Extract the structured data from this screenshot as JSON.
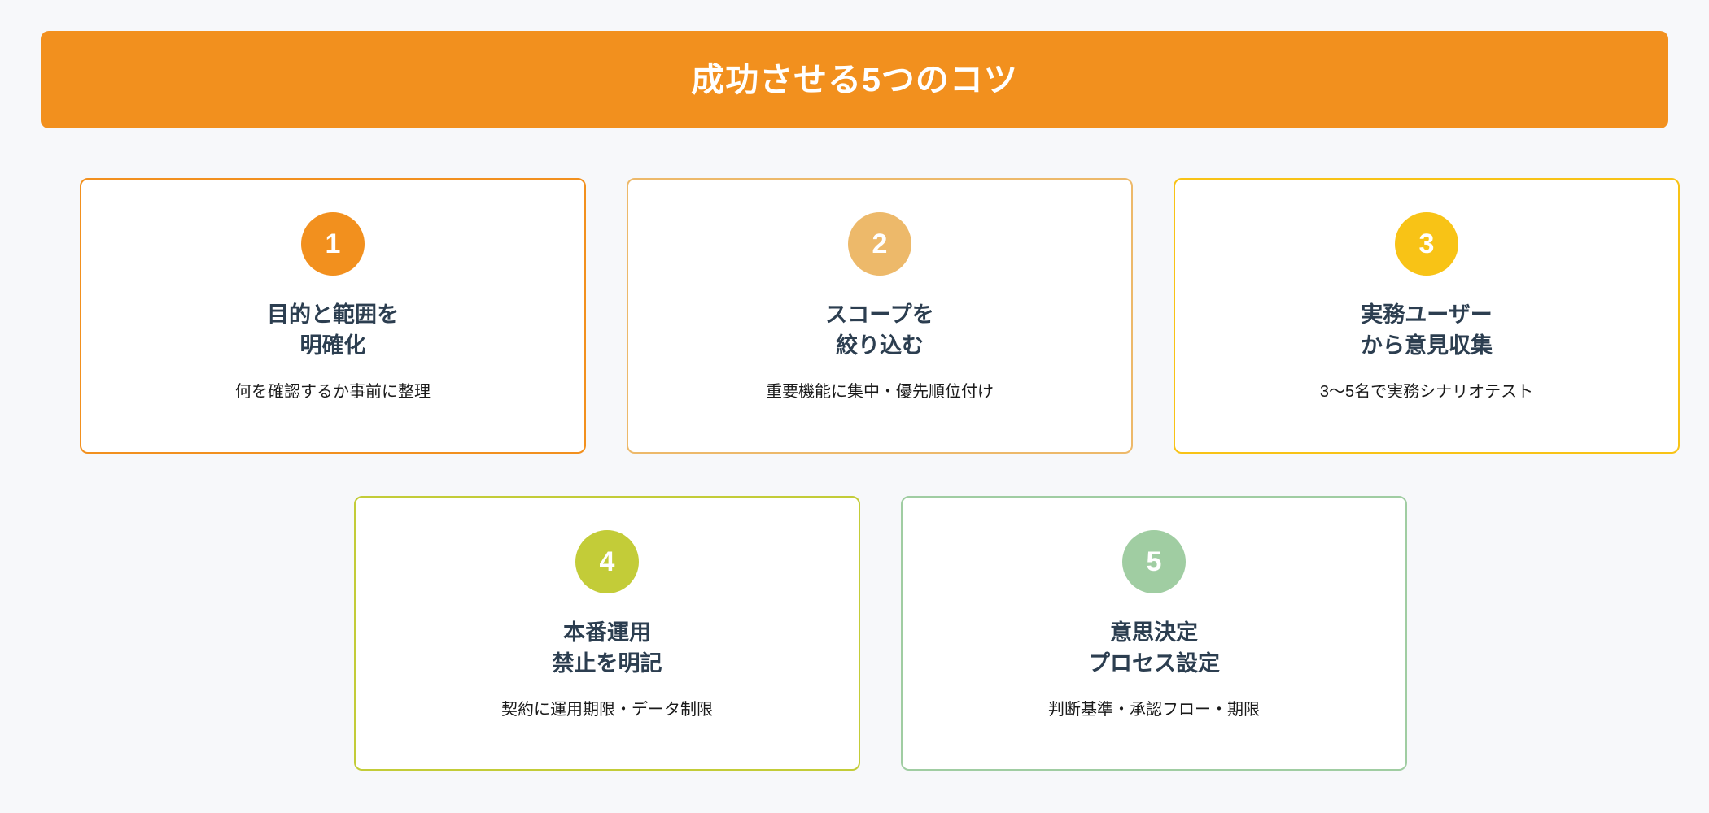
{
  "header": {
    "title": "成功させる5つのコツ",
    "background_color": "#F2901E",
    "text_color": "#FFFFFF"
  },
  "page": {
    "background_color": "#F7F8FA",
    "title_color": "#2C3E50",
    "desc_color": "#1A1A1A"
  },
  "cards": [
    {
      "number": "1",
      "title": "目的と範囲を\n明確化",
      "description": "何を確認するか事前に整理",
      "accent_color": "#F2901E"
    },
    {
      "number": "2",
      "title": "スコープを\n絞り込む",
      "description": "重要機能に集中・優先順位付け",
      "accent_color": "#EDB96A"
    },
    {
      "number": "3",
      "title": "実務ユーザー\nから意見収集",
      "description": "3〜5名で実務シナリオテスト",
      "accent_color": "#F8C316"
    },
    {
      "number": "4",
      "title": "本番運用\n禁止を明記",
      "description": "契約に運用期限・データ制限",
      "accent_color": "#C3CC38"
    },
    {
      "number": "5",
      "title": "意思決定\nプロセス設定",
      "description": "判断基準・承認フロー・期限",
      "accent_color": "#A0CDA2"
    }
  ]
}
